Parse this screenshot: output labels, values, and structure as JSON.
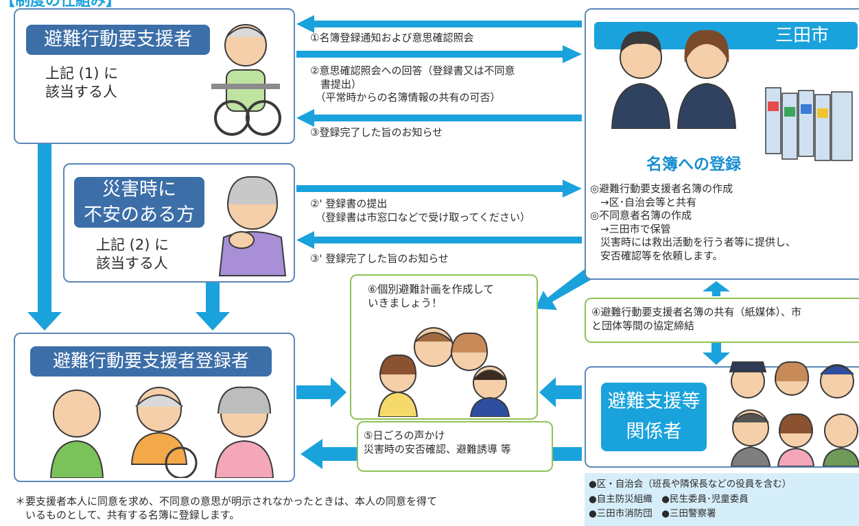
{
  "header": {
    "title_fragment": "【制度の仕組み】"
  },
  "nodes": {
    "target_person": {
      "tag": "避難行動要支援者",
      "desc": "上記 (1) に\n該当する人"
    },
    "anxious_person": {
      "tag": "災害時に\n不安のある方",
      "desc": "上記 (2) に\n該当する人"
    },
    "registrant": {
      "tag": "避難行動要支援者登録者"
    },
    "city": {
      "tag": "三田市",
      "register_title": "名簿への登録",
      "register_text": "◎避難行動要支援者名簿の作成\n　→区･自治会等と共有\n◎不同意者名簿の作成\n　→三田市で保管\n　災害時には救出活動を行う者等に提供し、\n　安否確認等を依頼します。"
    },
    "plan": {
      "text": "⑥個別避難計画を作成して\nいきましょう！"
    },
    "support": {
      "tag": "避難支援等\n関係者"
    },
    "share": {
      "text": "④避難行動要支援者名簿の共有（紙媒体）、市\nと団体等間の協定締結"
    },
    "greeting": {
      "text": "⑤日ごろの声かけ\n災害時の安否確認、避難誘導 等"
    },
    "orgs": {
      "text": "●区・自治会（班長や隣保長などの役員を含む）\n●自主防災組織　●民生委員･児童委員\n●三田市消防団　●三田警察署"
    }
  },
  "flows": {
    "f1": "①名簿登録通知および意思確認照会",
    "f2": "②意思確認照会への回答（登録書又は不同意\n　書提出）\n　（平常時からの名簿情報の共有の可否）",
    "f3": "③登録完了した旨のお知らせ",
    "f2b": "②' 登録書の提出\n　（登録書は市窓口などで受け取ってください）",
    "f3b": "③' 登録完了した旨のお知らせ"
  },
  "footnote": "＊要支援者本人に同意を求め、不同意の意思が明示されなかったときは、本人の同意を得て\n　いるものとして、共有する名簿に登録します。",
  "colors": {
    "arrow": "#1aa2dc",
    "tag_blue": "#3c6ea8",
    "box_border": "#5b87b8",
    "green_border": "#8fc25a",
    "city_blue": "#1aa2dc",
    "org_bg": "#d6eef9",
    "register_title": "#1a8fd0"
  }
}
